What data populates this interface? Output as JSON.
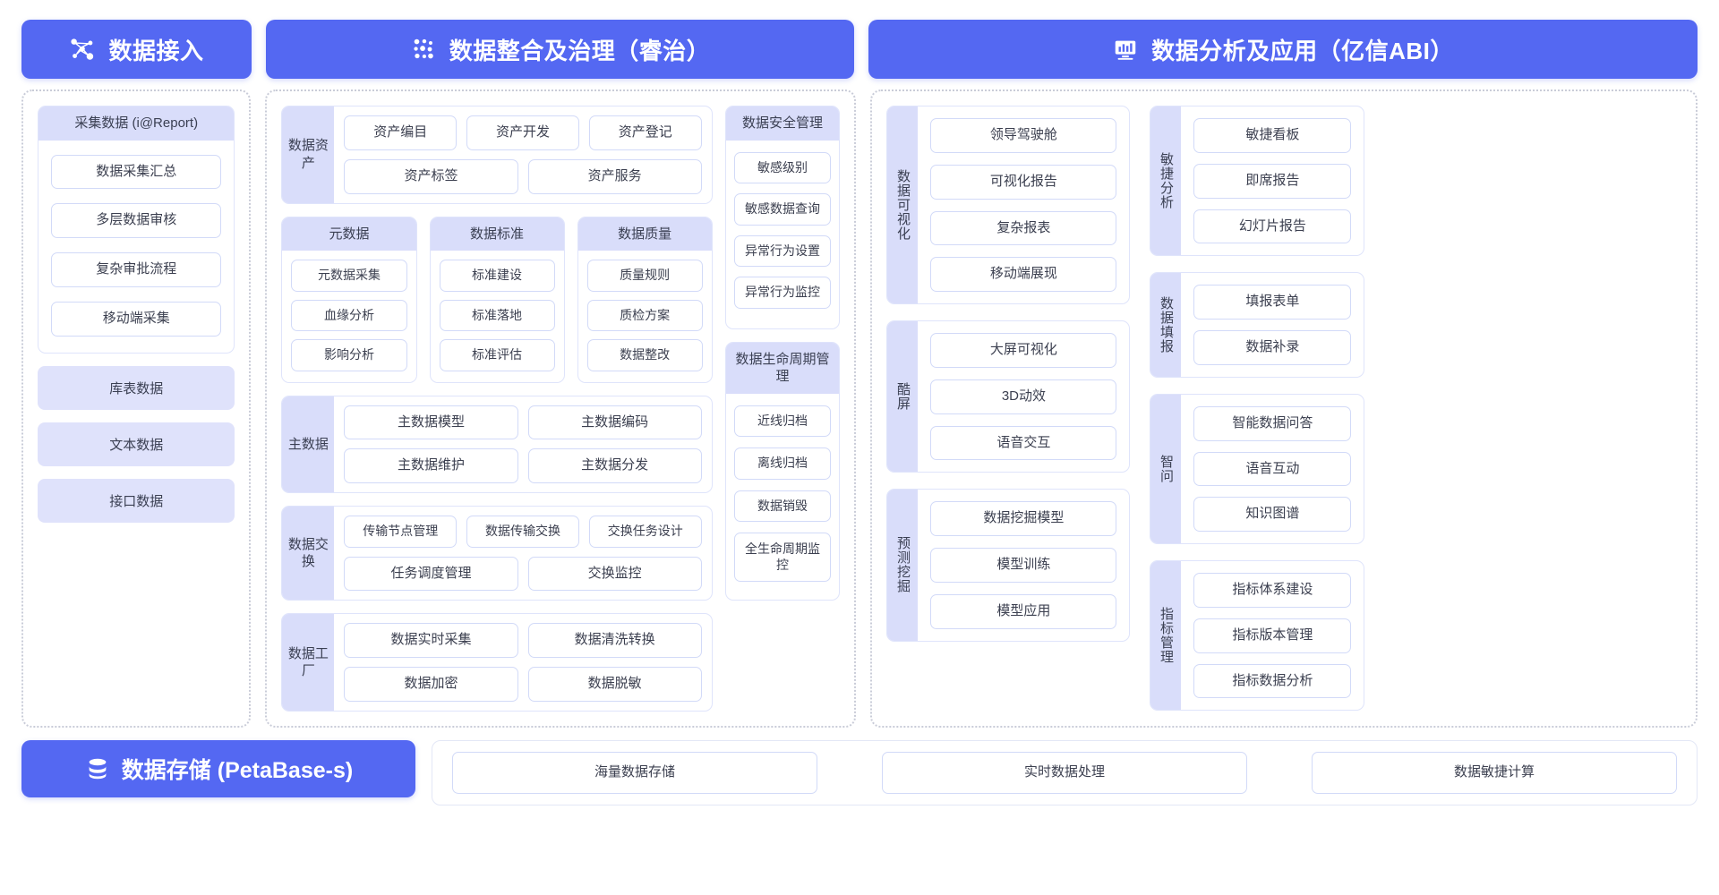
{
  "headers": [
    {
      "title": "数据接入",
      "icon": "nodes-network-icon"
    },
    {
      "title": "数据整合及治理（睿治）",
      "icon": "dots-cluster-icon"
    },
    {
      "title": "数据分析及应用（亿信ABI）",
      "icon": "monitor-chart-icon"
    }
  ],
  "colors": {
    "brand": "#5468f2",
    "group_head": "#d9ddfa",
    "chip_border": "#d2daf8",
    "panel_border": "#c9ccd8"
  },
  "column1": {
    "collect": {
      "title": "采集数据 (i@Report)",
      "items": [
        "数据采集汇总",
        "多层数据审核",
        "复杂审批流程",
        "移动端采集"
      ]
    },
    "sources": [
      "库表数据",
      "文本数据",
      "接口数据"
    ]
  },
  "column2": {
    "asset": {
      "label": "数据资产",
      "row1": [
        "资产编目",
        "资产开发",
        "资产登记"
      ],
      "row2": [
        "资产标签",
        "资产服务"
      ]
    },
    "triple": [
      {
        "title": "元数据",
        "items": [
          "元数据采集",
          "血缘分析",
          "影响分析"
        ]
      },
      {
        "title": "数据标准",
        "items": [
          "标准建设",
          "标准落地",
          "标准评估"
        ]
      },
      {
        "title": "数据质量",
        "items": [
          "质量规则",
          "质检方案",
          "数据整改"
        ]
      }
    ],
    "master": {
      "label": "主数据",
      "row1": [
        "主数据模型",
        "主数据编码"
      ],
      "row2": [
        "主数据维护",
        "主数据分发"
      ]
    },
    "exchange": {
      "label": "数据交换",
      "row1": [
        "传输节点管理",
        "数据传输交换",
        "交换任务设计"
      ],
      "row2": [
        "任务调度管理",
        "交换监控"
      ]
    },
    "factory": {
      "label": "数据工厂",
      "row1": [
        "数据实时采集",
        "数据清洗转换"
      ],
      "row2": [
        "数据加密",
        "数据脱敏"
      ]
    },
    "security": {
      "title": "数据安全管理",
      "items": [
        "敏感级别",
        "敏感数据查询",
        "异常行为设置",
        "异常行为监控"
      ]
    },
    "lifecycle": {
      "title": "数据生命周期管理",
      "items": [
        "近线归档",
        "离线归档",
        "数据销毁",
        "全生命周期监控"
      ]
    }
  },
  "column3": {
    "left": [
      {
        "label": "数据可视化",
        "items": [
          "领导驾驶舱",
          "可视化报告",
          "复杂报表",
          "移动端展现"
        ]
      },
      {
        "label": "酷屏",
        "items": [
          "大屏可视化",
          "3D动效",
          "语音交互"
        ]
      },
      {
        "label": "预测挖掘",
        "items": [
          "数据挖掘模型",
          "模型训练",
          "模型应用"
        ]
      }
    ],
    "right": [
      {
        "label": "敏捷分析",
        "items": [
          "敏捷看板",
          "即席报告",
          "幻灯片报告"
        ]
      },
      {
        "label": "数据填报",
        "items": [
          "填报表单",
          "数据补录"
        ]
      },
      {
        "label": "智问",
        "items": [
          "智能数据问答",
          "语音互动",
          "知识图谱"
        ]
      },
      {
        "label": "指标管理",
        "items": [
          "指标体系建设",
          "指标版本管理",
          "指标数据分析"
        ]
      }
    ]
  },
  "bottom": {
    "title": "数据存储 (PetaBase-s)",
    "icon": "database-stack-icon",
    "items": [
      "海量数据存储",
      "实时数据处理",
      "数据敏捷计算"
    ]
  }
}
